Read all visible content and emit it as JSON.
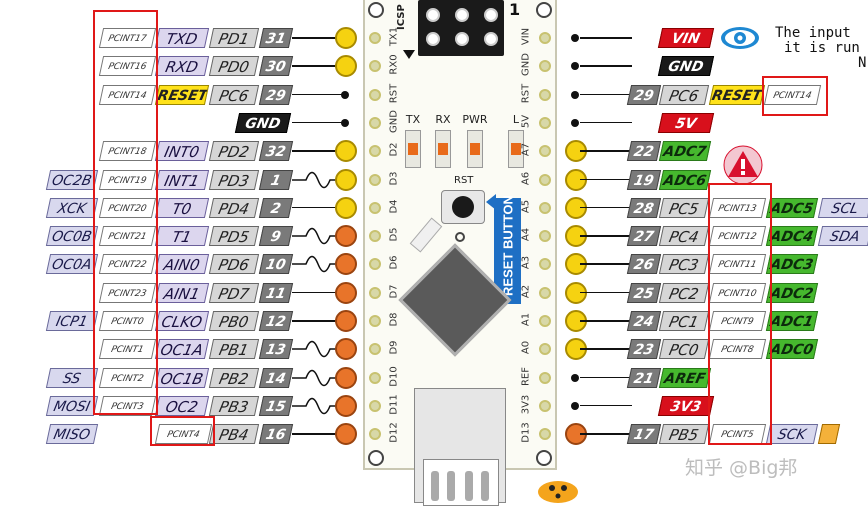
{
  "left_rows": [
    {
      "alt": "",
      "pcint": "PCINT17",
      "func": "TXD",
      "port": "PD1",
      "num": "31",
      "pad": "yellow",
      "wave": false
    },
    {
      "alt": "",
      "pcint": "PCINT16",
      "func": "RXD",
      "port": "PD0",
      "num": "30",
      "pad": "yellow",
      "wave": false
    },
    {
      "alt": "",
      "pcint": "PCINT14",
      "func": "RESET",
      "port": "PC6",
      "num": "29",
      "pad": "dot",
      "wave": false
    },
    {
      "alt": "",
      "pcint": "",
      "func": "",
      "port": "",
      "num": "GND",
      "pad": "dot",
      "wave": false
    },
    {
      "alt": "",
      "pcint": "PCINT18",
      "func": "INT0",
      "port": "PD2",
      "num": "32",
      "pad": "yellow",
      "wave": false
    },
    {
      "alt": "OC2B",
      "pcint": "PCINT19",
      "func": "INT1",
      "port": "PD3",
      "num": "1",
      "pad": "yellow",
      "wave": true
    },
    {
      "alt": "XCK",
      "pcint": "PCINT20",
      "func": "T0",
      "port": "PD4",
      "num": "2",
      "pad": "yellow",
      "wave": false
    },
    {
      "alt": "OC0B",
      "pcint": "PCINT21",
      "func": "T1",
      "port": "PD5",
      "num": "9",
      "pad": "orange",
      "wave": true
    },
    {
      "alt": "OC0A",
      "pcint": "PCINT22",
      "func": "AIN0",
      "port": "PD6",
      "num": "10",
      "pad": "orange",
      "wave": true
    },
    {
      "alt": "",
      "pcint": "PCINT23",
      "func": "AIN1",
      "port": "PD7",
      "num": "11",
      "pad": "orange",
      "wave": false
    },
    {
      "alt": "ICP1",
      "pcint": "PCINT0",
      "func": "CLKO",
      "port": "PB0",
      "num": "12",
      "pad": "orange",
      "wave": false
    },
    {
      "alt": "",
      "pcint": "PCINT1",
      "func": "OC1A",
      "port": "PB1",
      "num": "13",
      "pad": "orange",
      "wave": true
    },
    {
      "alt": "SS",
      "pcint": "PCINT2",
      "func": "OC1B",
      "port": "PB2",
      "num": "14",
      "pad": "orange",
      "wave": true
    },
    {
      "alt": "MOSI",
      "pcint": "PCINT3",
      "func": "OC2",
      "port": "PB3",
      "num": "15",
      "pad": "orange",
      "wave": true
    },
    {
      "alt": "MISO",
      "pcint": "PCINT4",
      "func": "",
      "port": "PB4",
      "num": "16",
      "pad": "orange",
      "wave": false
    }
  ],
  "right_rows": [
    {
      "num": "",
      "port": "",
      "func": "VIN",
      "func_style": "red",
      "pcint": "",
      "alt": "",
      "pad": "dot"
    },
    {
      "num": "",
      "port": "",
      "func": "GND",
      "func_style": "black",
      "pcint": "",
      "alt": "",
      "pad": "dot"
    },
    {
      "num": "29",
      "port": "PC6",
      "func": "RESET",
      "func_style": "reset",
      "pcint": "PCINT14",
      "alt": "",
      "pad": "dot"
    },
    {
      "num": "",
      "port": "",
      "func": "5V",
      "func_style": "red",
      "pcint": "",
      "alt": "",
      "pad": "dot"
    },
    {
      "num": "22",
      "port": "",
      "func": "ADC7",
      "func_style": "green",
      "pcint": "",
      "alt": "",
      "pad": "yellow"
    },
    {
      "num": "19",
      "port": "",
      "func": "ADC6",
      "func_style": "green",
      "pcint": "",
      "alt": "",
      "pad": "yellow"
    },
    {
      "num": "28",
      "port": "PC5",
      "func": "",
      "func_style": "",
      "pcint": "PCINT13",
      "alt": "ADC5",
      "alt2": "SCL",
      "pad": "yellow"
    },
    {
      "num": "27",
      "port": "PC4",
      "func": "",
      "func_style": "",
      "pcint": "PCINT12",
      "alt": "ADC4",
      "alt2": "SDA",
      "pad": "yellow"
    },
    {
      "num": "26",
      "port": "PC3",
      "func": "",
      "func_style": "",
      "pcint": "PCINT11",
      "alt": "ADC3",
      "alt2": "",
      "pad": "yellow"
    },
    {
      "num": "25",
      "port": "PC2",
      "func": "",
      "func_style": "",
      "pcint": "PCINT10",
      "alt": "ADC2",
      "alt2": "",
      "pad": "yellow"
    },
    {
      "num": "24",
      "port": "PC1",
      "func": "",
      "func_style": "",
      "pcint": "PCINT9",
      "alt": "ADC1",
      "alt2": "",
      "pad": "yellow"
    },
    {
      "num": "23",
      "port": "PC0",
      "func": "",
      "func_style": "",
      "pcint": "PCINT8",
      "alt": "ADC0",
      "alt2": "",
      "pad": "yellow"
    },
    {
      "num": "21",
      "port": "",
      "func": "AREF",
      "func_style": "green",
      "pcint": "",
      "alt": "",
      "alt2": "",
      "pad": "dot"
    },
    {
      "num": "",
      "port": "",
      "func": "3V3",
      "func_style": "red",
      "pcint": "",
      "alt": "",
      "alt2": "",
      "pad": "dot"
    },
    {
      "num": "17",
      "port": "PB5",
      "func": "",
      "func_style": "",
      "pcint": "PCINT5",
      "alt": "SCK",
      "alt2": "",
      "pad": "orange"
    }
  ],
  "board": {
    "icsp_label": "ICSP",
    "icsp_pin1": "1",
    "leds": [
      "TX",
      "RX",
      "PWR",
      "L"
    ],
    "rst_label": "RST",
    "reset_button_label": "RESET BUTTON",
    "left_silk": [
      "TX1",
      "RX0",
      "RST",
      "GND",
      "D2",
      "D3",
      "D4",
      "D5",
      "D6",
      "D7",
      "D8",
      "D9",
      "D10",
      "D11",
      "D12"
    ],
    "right_silk": [
      "VIN",
      "GND",
      "RST",
      "5V",
      "A7",
      "A6",
      "A5",
      "A4",
      "A3",
      "A2",
      "A1",
      "A0",
      "REF",
      "3V3",
      "D13"
    ]
  },
  "note": {
    "line1": "The input",
    "line2": "it is run",
    "line3": "N"
  },
  "watermark": "知乎 @Big邦",
  "colors": {
    "highlight_box": "#e01818",
    "eye_icon": "#1e88d2",
    "warning_icon": "#d8102e"
  }
}
